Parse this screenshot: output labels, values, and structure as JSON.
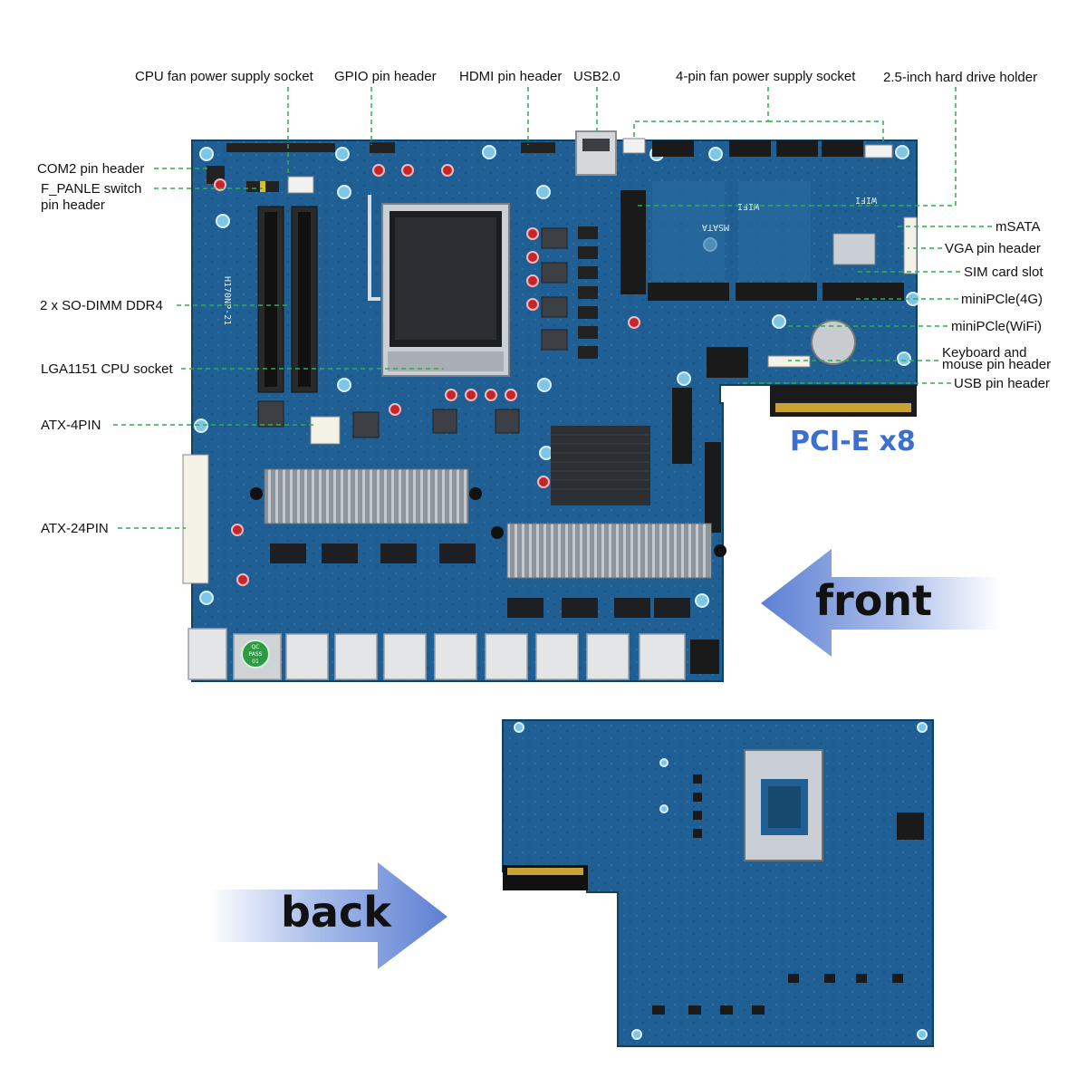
{
  "callouts": {
    "cpu_fan": "CPU fan power supply socket",
    "gpio": "GPIO pin header",
    "hdmi": "HDMI pin header",
    "usb2": "USB2.0",
    "fan4": "4-pin fan power supply socket",
    "hdd": "2.5-inch hard drive holder",
    "com2": "COM2 pin header",
    "fpanel_1": "F_PANLE switch",
    "fpanel_2": "pin header",
    "sodimm": "2 x SO-DIMM DDR4",
    "lga": "LGA1151 CPU socket",
    "atx4": "ATX-4PIN",
    "atx24": "ATX-24PIN",
    "msata": "mSATA",
    "vga": "VGA pin header",
    "sim": "SIM card slot",
    "minipcie_4g": "miniPCle(4G)",
    "minipcie_wifi": "miniPCle(WiFi)",
    "kbm_1": "Keyboard and",
    "kbm_2": "mouse pin header",
    "usb_header": "USB pin header"
  },
  "pcie_label": "PCI-E x8",
  "front_label": "front",
  "back_label": "back",
  "board_silkscreen": {
    "model": "H170NP-21",
    "msata_print": "MSATA",
    "wifi_print_1": "WIFI",
    "wifi_print_2": "WIFI",
    "qc_1": "QC",
    "qc_2": "PASS",
    "qc_3": "01"
  },
  "colors": {
    "board": "#1f5f93",
    "board_dark": "#17496f",
    "callout_line": "#2fae4e",
    "pcie_text": "#3b6fd1",
    "arrow": "#6f8fd8"
  }
}
